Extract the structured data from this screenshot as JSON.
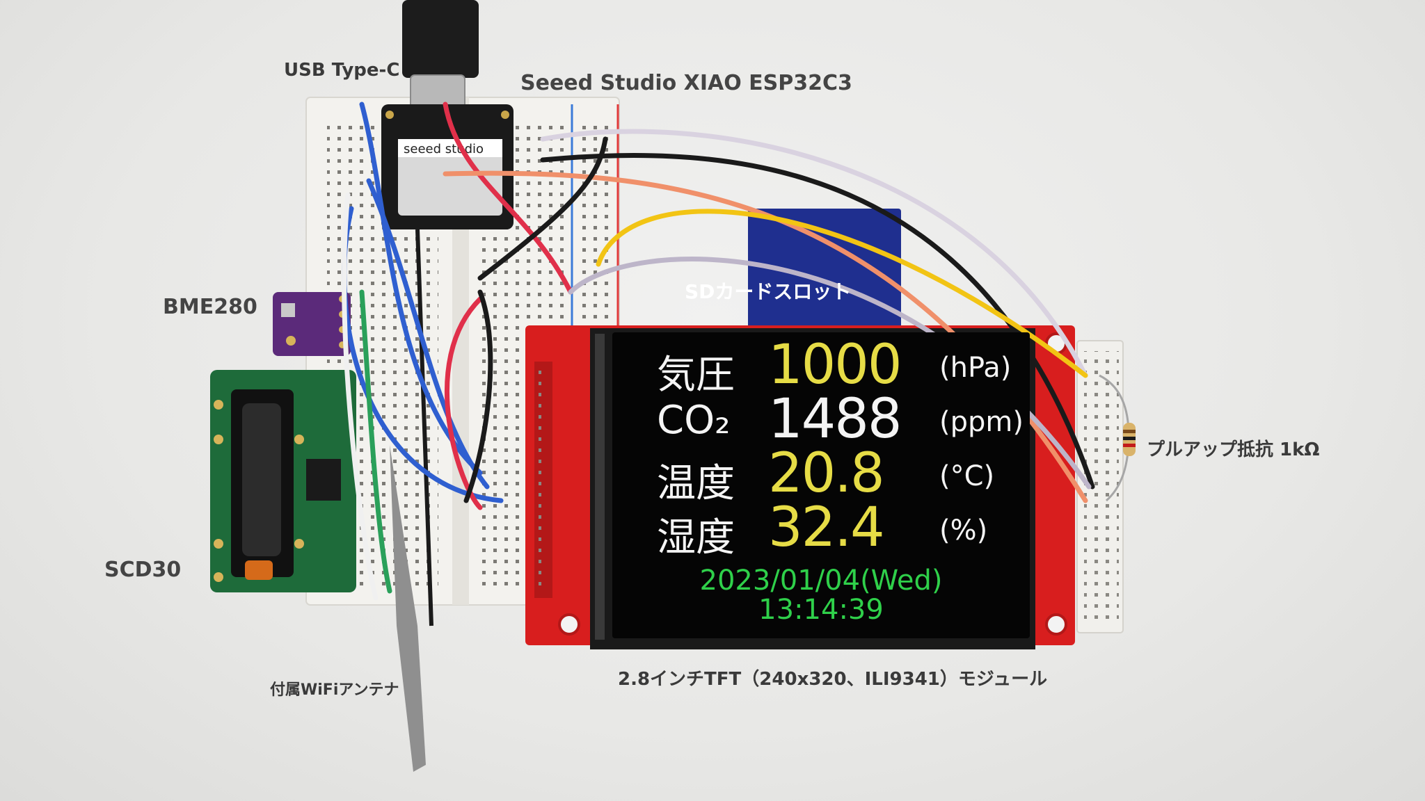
{
  "labels": {
    "usb": "USB Type-C",
    "xiao": "Seeed Studio XIAO ESP32C3",
    "bme": "BME280",
    "scd": "SCD30",
    "antenna": "付属WiFiアンテナ",
    "sd": "SDカードスロット",
    "pullup": "プルアップ抵抗 1kΩ",
    "tft": "2.8インチTFT（240x320、ILI9341）モジュール"
  },
  "display": {
    "rows": [
      {
        "label": "気圧",
        "value": "1000",
        "unit": "(hPa)",
        "color": "#e6dc46"
      },
      {
        "label": "CO₂",
        "value": "1488",
        "unit": "(ppm)",
        "color": "#f4f4f4"
      },
      {
        "label": "温度",
        "value": "20.8",
        "unit": "(°C)",
        "color": "#e6dc46"
      },
      {
        "label": "湿度",
        "value": "32.4",
        "unit": "(%)",
        "color": "#e6dc46"
      }
    ],
    "date": "2023/01/04(Wed)",
    "time": "13:14:39",
    "date_color": "#2fd04a"
  },
  "colors": {
    "pcb_red": "#d81e1e",
    "sd_blue": "#1f2f8f",
    "bme_purple": "#5b2a7a",
    "scd_green": "#1e6b3a"
  }
}
